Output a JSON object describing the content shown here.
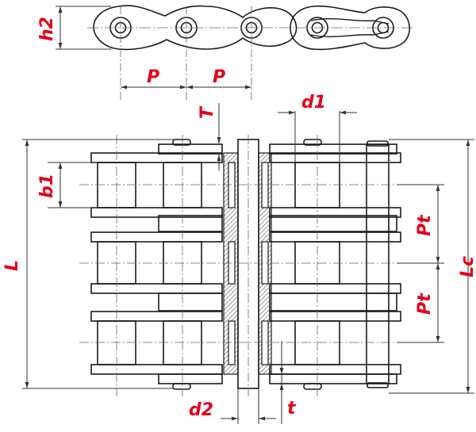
{
  "drawing": {
    "line_color": "#1a1a1a",
    "hatch_color": "#555555",
    "dim_color": "#333333",
    "label_color": "#e3001b"
  },
  "labels": {
    "h2": "h2",
    "P_left": "P",
    "P_right": "P",
    "T": "T",
    "d1": "d1",
    "b1": "b1",
    "L": "L",
    "Pt_upper": "Pt",
    "Pt_lower": "Pt",
    "Lc": "Lc",
    "d2": "d2",
    "t": "t"
  }
}
